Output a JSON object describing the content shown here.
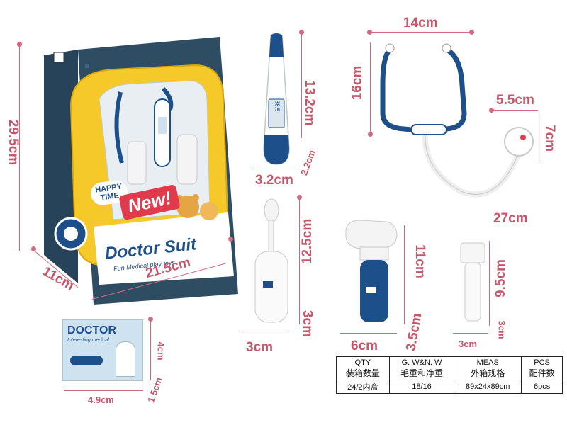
{
  "package": {
    "brand_badge": "HAPPY TIME",
    "new_badge": "New!",
    "title": "Doctor Suit",
    "subtitle": "Fun Medical play toys",
    "card_text": "Doctor"
  },
  "card": {
    "title": "DOCTOR",
    "subtitle": "Interesting medical"
  },
  "thermometer_display": "38.5",
  "dimensions": {
    "box_height": "29.5cm",
    "box_depth": "11cm",
    "box_width": "21.5cm",
    "card_width": "4.9cm",
    "card_height": "4cm",
    "card_depth": "1.5cm",
    "thermo_height": "13.2cm",
    "thermo_width": "3.2cm",
    "thermo_depth": "2.2cm",
    "steth_width": "14cm",
    "steth_height": "16cm",
    "chest_width": "5.5cm",
    "chest_height": "7cm",
    "tube_length": "27cm",
    "mirror_height": "12.5cm",
    "mirror_width": "3cm",
    "mirror_depth": "3cm",
    "otoscope_height": "11cm",
    "otoscope_width": "6cm",
    "otoscope_depth": "3.5cm",
    "torch_height": "9.5cm",
    "torch_width": "3cm",
    "torch_depth": "3cm"
  },
  "spec_table": {
    "headers": [
      {
        "en": "QTY",
        "cn": "装箱数量"
      },
      {
        "en": "G. W&N. W",
        "cn": "毛重和净重"
      },
      {
        "en": "MEAS",
        "cn": "外箱规格"
      },
      {
        "en": "PCS",
        "cn": "配件数"
      }
    ],
    "row": [
      "24/2内盒",
      "18/16",
      "89x24x89cm",
      "6pcs"
    ]
  },
  "colors": {
    "dimension": "#c8566b",
    "navy": "#1d4f8a",
    "yellow": "#f6c92a",
    "box_panel": "#2e4d63"
  }
}
